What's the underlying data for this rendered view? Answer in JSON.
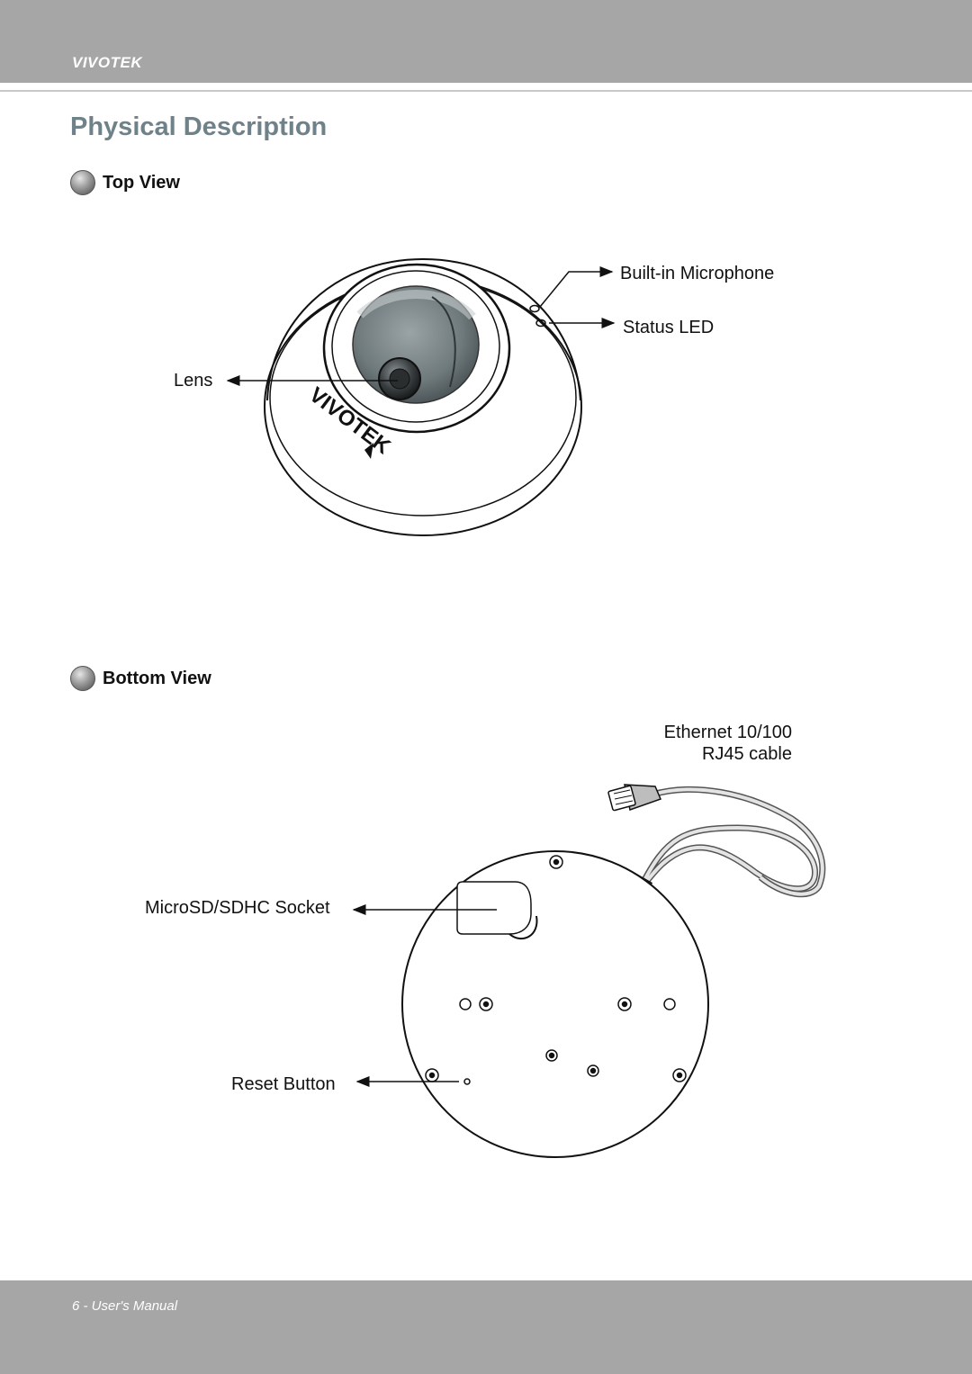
{
  "header": {
    "brand": "VIVOTEK"
  },
  "page": {
    "title": "Physical Description"
  },
  "top_view": {
    "heading": "Top View",
    "labels": {
      "microphone": "Built-in Microphone",
      "status_led": "Status LED",
      "lens": "Lens"
    },
    "logo_text": "VIVOTEK"
  },
  "bottom_view": {
    "heading": "Bottom View",
    "labels": {
      "ethernet_line1": "Ethernet 10/100",
      "ethernet_line2": "RJ45 cable",
      "microsd": "MicroSD/SDHC Socket",
      "reset": "Reset Button"
    }
  },
  "footer": {
    "text": "6 - User's Manual"
  }
}
